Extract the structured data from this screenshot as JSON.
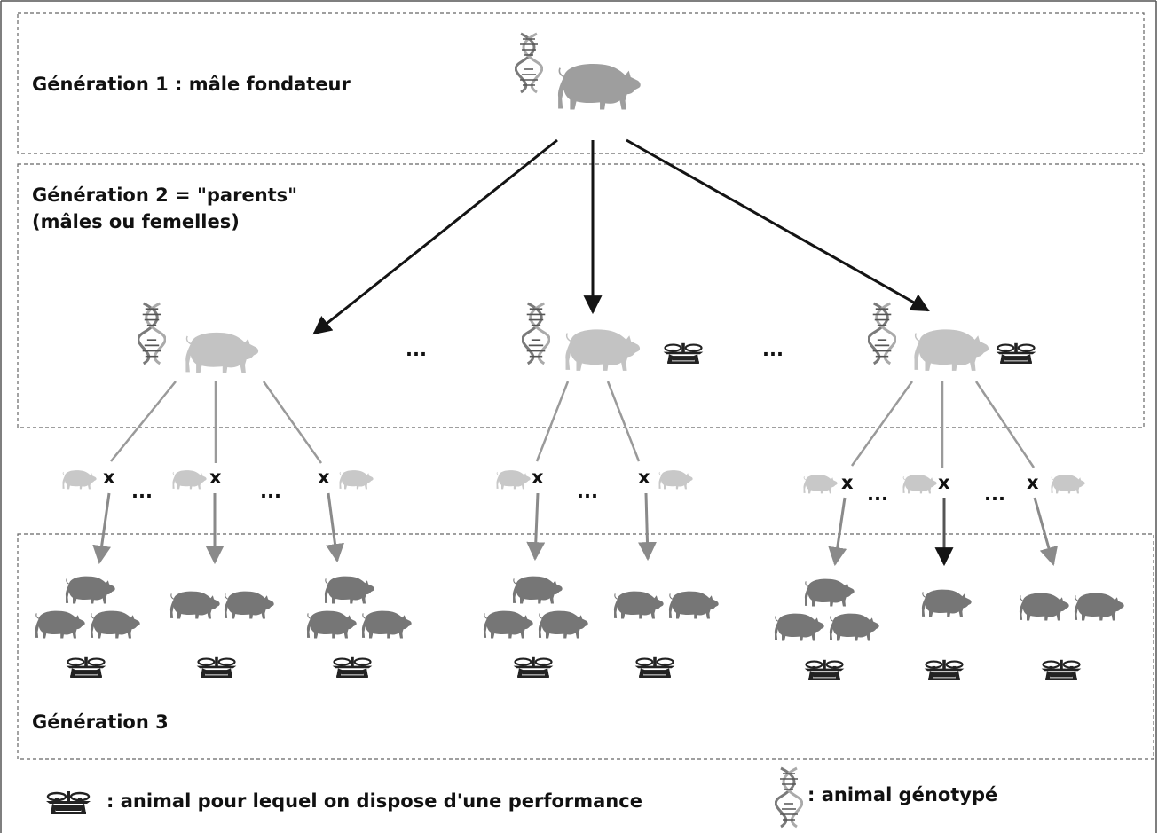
{
  "colors": {
    "sire": "#9e9e9e",
    "parent": "#c3c3c3",
    "mate": "#c8c8c8",
    "offspring": "#767676",
    "arrow_black": "#141414",
    "arrow_gray": "#8a8a8a",
    "border": "#555555"
  },
  "icons": {
    "genotyped": "dna-helix-icon",
    "performance": "scale-icon",
    "animal": "pig-icon"
  },
  "generations": {
    "g1_label": "Génération 1 : mâle fondateur",
    "g2_label_line1": "Génération 2 = \"parents\"",
    "g2_label_line2": "(mâles ou femelles)",
    "g3_label": "Génération 3"
  },
  "crosses": {
    "symbol": "x",
    "ellipsis": "..."
  },
  "legend": {
    "performance_text": ": animal pour lequel on dispose d'une performance",
    "genotyped_text": ": animal génotypé"
  }
}
